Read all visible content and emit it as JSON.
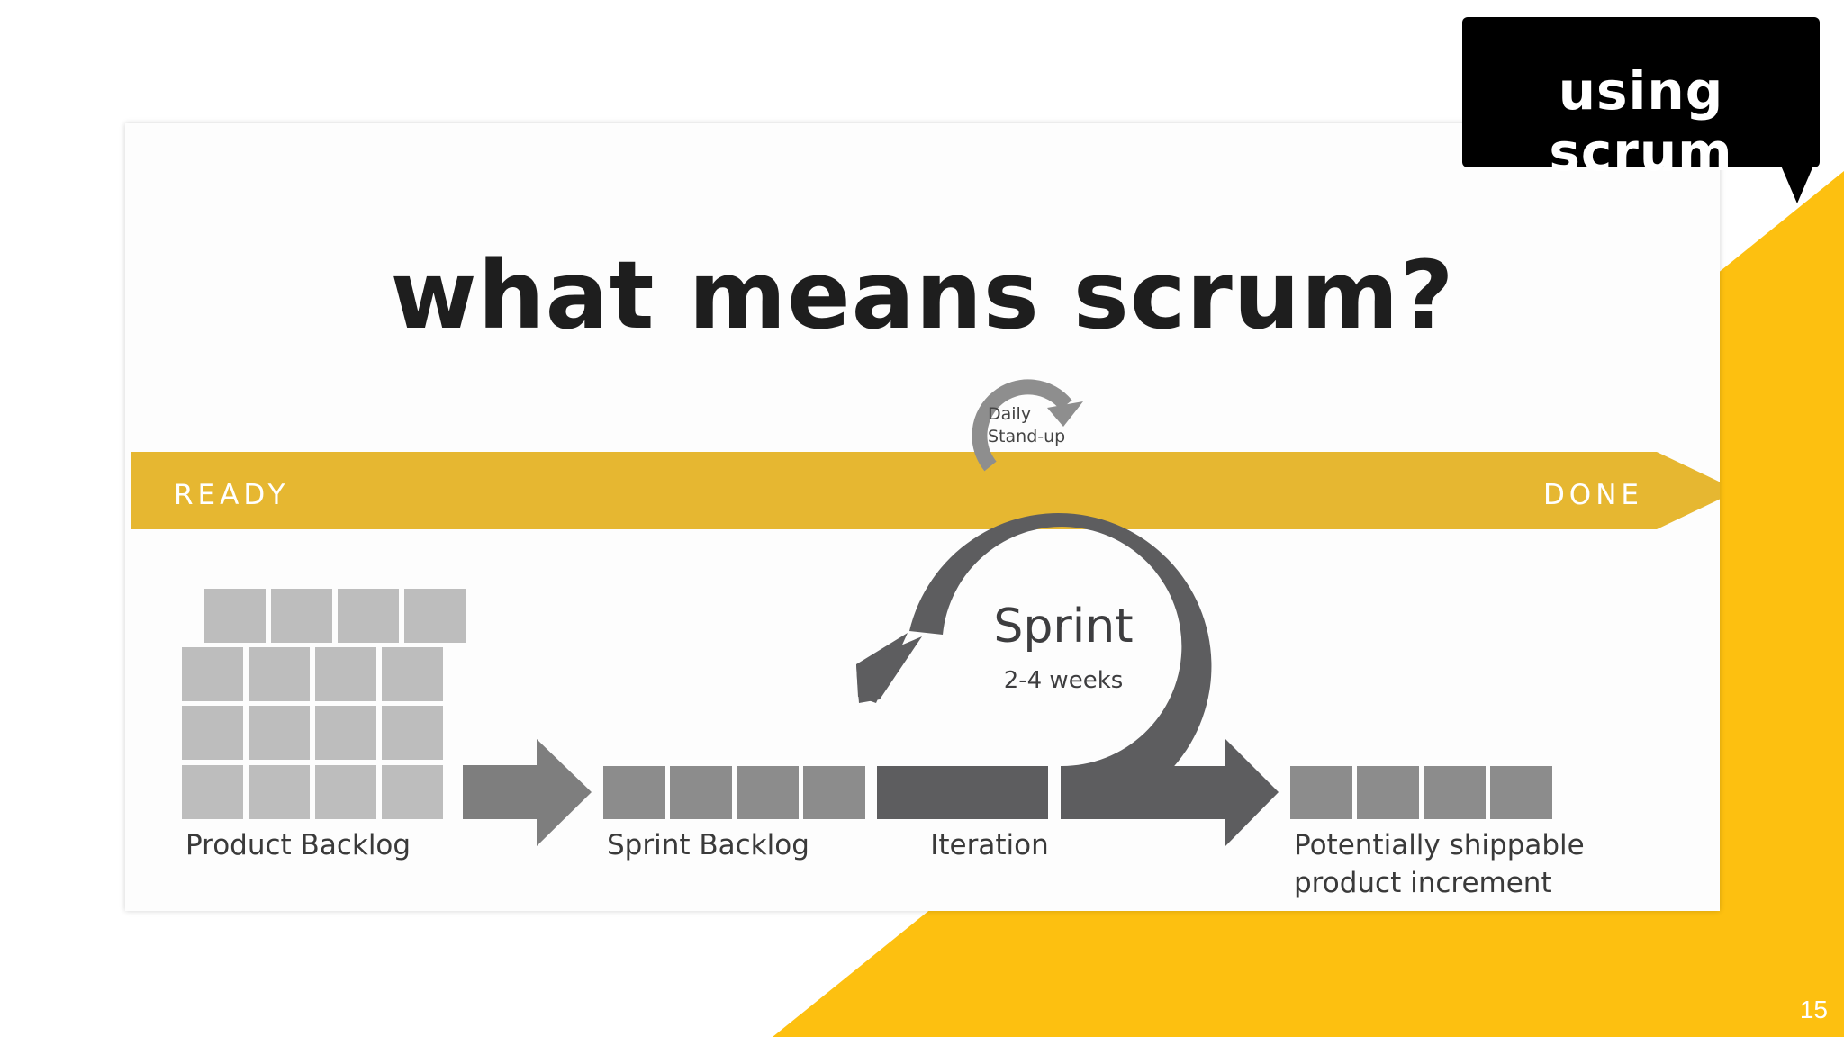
{
  "slide": {
    "tag": "using scrum",
    "title": "what means scrum?",
    "page_number": "15"
  },
  "diagram": {
    "band_left": "READY",
    "band_right": "DONE",
    "daily_label_1": "Daily",
    "daily_label_2": "Stand-up",
    "sprint_label": "Sprint",
    "sprint_duration": "2-4 weeks",
    "product_backlog": "Product Backlog",
    "sprint_backlog": "Sprint Backlog",
    "iteration": "Iteration",
    "increment_line1": "Potentially shippable",
    "increment_line2": "product increment"
  },
  "colors": {
    "accent_yellow": "#FDC010",
    "band_yellow": "#E6B731",
    "block_light": "#BDBDBD",
    "block_mid": "#8C8C8C",
    "cycle_dark": "#5D5D5F"
  }
}
